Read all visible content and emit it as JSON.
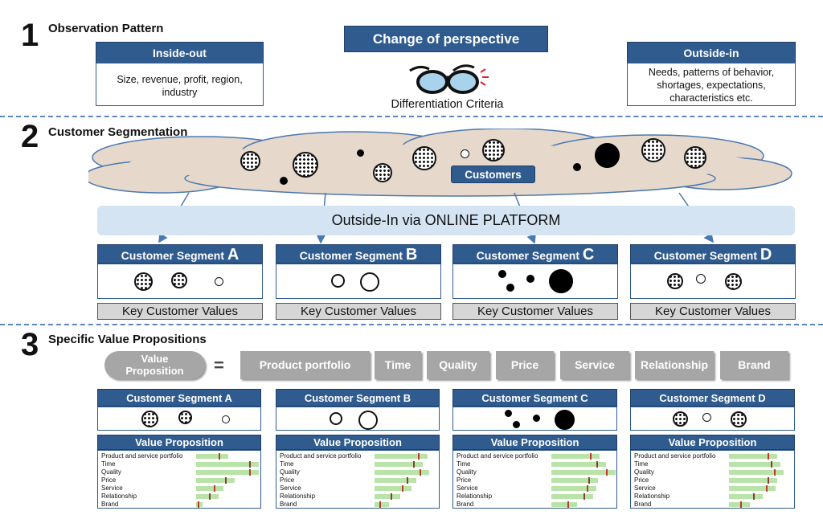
{
  "section1": {
    "number": "1",
    "title": "Observation Pattern",
    "inside_out": {
      "header": "Inside-out",
      "body": "Size, revenue, profit, region, industry"
    },
    "center": {
      "header": "Change of perspective",
      "caption": "Differentiation Criteria",
      "icon": "glasses-icon"
    },
    "outside_in": {
      "header": "Outside-in",
      "body": "Needs, patterns of behavior, shortages, expectations, characteristics etc."
    }
  },
  "section2": {
    "number": "2",
    "title": "Customer Segmentation",
    "customers_label": "Customers",
    "platform_label": "Outside-In via ONLINE PLATFORM",
    "segments": [
      {
        "prefix": "Customer Segment ",
        "letter": "A",
        "values_label": "Key Customer Values"
      },
      {
        "prefix": "Customer Segment ",
        "letter": "B",
        "values_label": "Key Customer Values"
      },
      {
        "prefix": "Customer Segment ",
        "letter": "C",
        "values_label": "Key Customer Values"
      },
      {
        "prefix": "Customer Segment ",
        "letter": "D",
        "values_label": "Key Customer Values"
      }
    ]
  },
  "section3": {
    "number": "3",
    "title": "Specific Value Propositions",
    "vp_label": "Value Proposition",
    "equals": "=",
    "elements": [
      "Product portfolio",
      "Time",
      "Quality",
      "Price",
      "Service",
      "Relationship",
      "Brand"
    ],
    "segments": [
      {
        "title": "Customer Segment A",
        "vp_header": "Value Proposition"
      },
      {
        "title": "Customer Segment B",
        "vp_header": "Value Proposition"
      },
      {
        "title": "Customer Segment C",
        "vp_header": "Value Proposition"
      },
      {
        "title": "Customer Segment D",
        "vp_header": "Value Proposition"
      }
    ],
    "vp_rows": [
      "Product and service portfolio",
      "Time",
      "Quality",
      "Price",
      "Service",
      "Relationship",
      "Brand"
    ]
  },
  "colors": {
    "accent": "#2f5b8f",
    "cloud": "#e6d9cc",
    "platform": "#d5e4f3",
    "bar_green": "#b9e3a8",
    "pill_gray": "#a6a6a6"
  }
}
